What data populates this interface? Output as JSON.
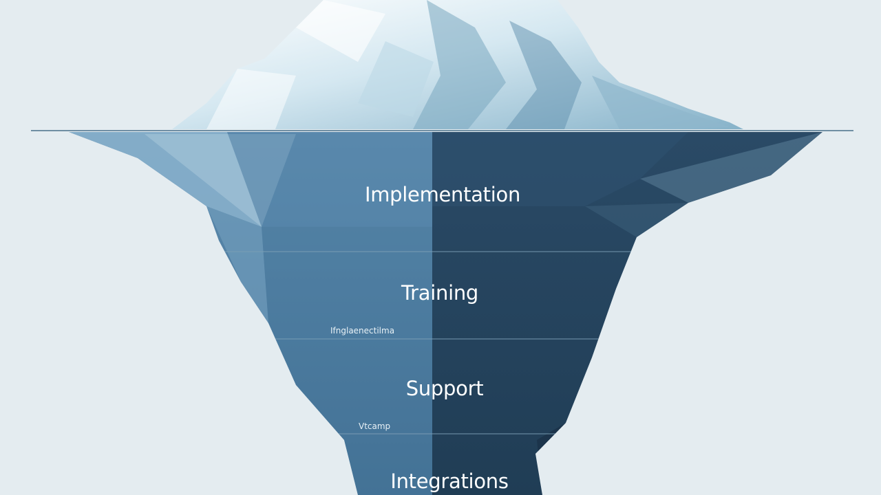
{
  "diagram": {
    "layers": [
      {
        "id": "implementation",
        "label": "Implementation"
      },
      {
        "id": "training",
        "label": "Training"
      },
      {
        "id": "support",
        "label": "Support"
      },
      {
        "id": "integrations",
        "label": "Integrations"
      }
    ],
    "notes": [
      {
        "id": "training-note",
        "text": "Ifnglaenectilma"
      },
      {
        "id": "support-note",
        "text": "Vtcamp"
      }
    ]
  },
  "colors": {
    "background": "#e4ecf0",
    "ice_light": "#eef6fa",
    "ice_mid": "#9cc4d6",
    "underwater_light": "#4f7fa2",
    "underwater_dark": "#23405a",
    "waterline": "#6f8ea3"
  }
}
